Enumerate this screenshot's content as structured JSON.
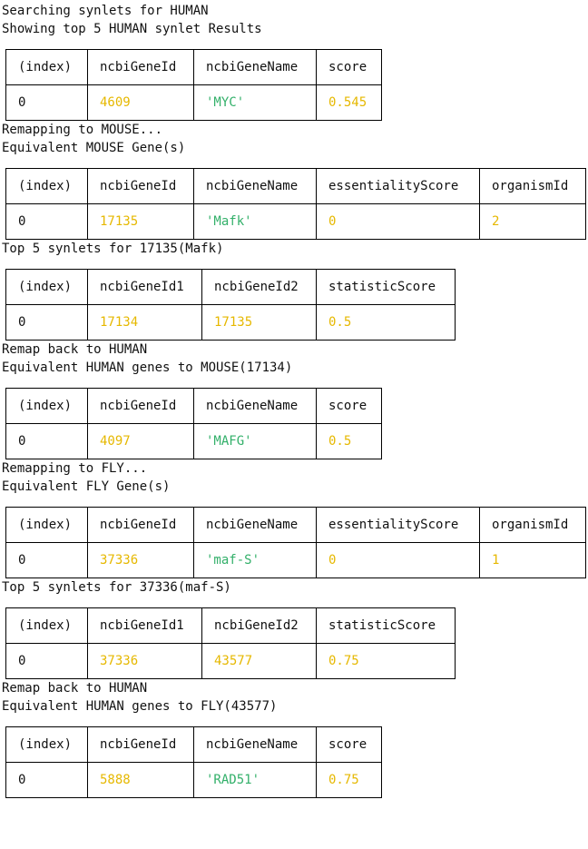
{
  "blocks": [
    {
      "type": "text",
      "text": "Searching synlets for HUMAN"
    },
    {
      "type": "text",
      "text": "Showing top 5 HUMAN synlet Results"
    },
    {
      "type": "table",
      "columns": [
        "(index)",
        "ncbiGeneId",
        "ncbiGeneName",
        "score"
      ],
      "widths": [
        90,
        117,
        135,
        72
      ],
      "rows": [
        [
          {
            "v": "0",
            "k": "idx"
          },
          {
            "v": "4609",
            "k": "num"
          },
          {
            "v": "'MYC'",
            "k": "str"
          },
          {
            "v": "0.545",
            "k": "num"
          }
        ]
      ]
    },
    {
      "type": "text",
      "text": "Remapping to MOUSE..."
    },
    {
      "type": "text",
      "text": "Equivalent MOUSE Gene(s)"
    },
    {
      "type": "table",
      "columns": [
        "(index)",
        "ncbiGeneId",
        "ncbiGeneName",
        "essentialityScore",
        "organismId"
      ],
      "widths": [
        90,
        117,
        135,
        180,
        117
      ],
      "rows": [
        [
          {
            "v": "0",
            "k": "idx"
          },
          {
            "v": "17135",
            "k": "num"
          },
          {
            "v": "'Mafk'",
            "k": "str"
          },
          {
            "v": "0",
            "k": "num"
          },
          {
            "v": "2",
            "k": "num"
          }
        ]
      ]
    },
    {
      "type": "text",
      "text": "Top 5 synlets for 17135(Mafk)"
    },
    {
      "type": "table",
      "columns": [
        "(index)",
        "ncbiGeneId1",
        "ncbiGeneId2",
        "statisticScore"
      ],
      "widths": [
        90,
        126,
        126,
        153
      ],
      "rows": [
        [
          {
            "v": "0",
            "k": "idx"
          },
          {
            "v": "17134",
            "k": "num"
          },
          {
            "v": "17135",
            "k": "num"
          },
          {
            "v": "0.5",
            "k": "num"
          }
        ]
      ]
    },
    {
      "type": "text",
      "text": "Remap back to HUMAN"
    },
    {
      "type": "text",
      "text": "Equivalent HUMAN genes to MOUSE(17134)"
    },
    {
      "type": "table",
      "columns": [
        "(index)",
        "ncbiGeneId",
        "ncbiGeneName",
        "score"
      ],
      "widths": [
        90,
        117,
        135,
        72
      ],
      "rows": [
        [
          {
            "v": "0",
            "k": "idx"
          },
          {
            "v": "4097",
            "k": "num"
          },
          {
            "v": "'MAFG'",
            "k": "str"
          },
          {
            "v": "0.5",
            "k": "num"
          }
        ]
      ]
    },
    {
      "type": "text",
      "text": "Remapping to FLY..."
    },
    {
      "type": "text",
      "text": "Equivalent FLY Gene(s)"
    },
    {
      "type": "table",
      "columns": [
        "(index)",
        "ncbiGeneId",
        "ncbiGeneName",
        "essentialityScore",
        "organismId"
      ],
      "widths": [
        90,
        117,
        135,
        180,
        117
      ],
      "rows": [
        [
          {
            "v": "0",
            "k": "idx"
          },
          {
            "v": "37336",
            "k": "num"
          },
          {
            "v": "'maf-S'",
            "k": "str"
          },
          {
            "v": "0",
            "k": "num"
          },
          {
            "v": "1",
            "k": "num"
          }
        ]
      ]
    },
    {
      "type": "text",
      "text": "Top 5 synlets for 37336(maf-S)"
    },
    {
      "type": "table",
      "columns": [
        "(index)",
        "ncbiGeneId1",
        "ncbiGeneId2",
        "statisticScore"
      ],
      "widths": [
        90,
        126,
        126,
        153
      ],
      "rows": [
        [
          {
            "v": "0",
            "k": "idx"
          },
          {
            "v": "37336",
            "k": "num"
          },
          {
            "v": "43577",
            "k": "num"
          },
          {
            "v": "0.75",
            "k": "num"
          }
        ]
      ]
    },
    {
      "type": "text",
      "text": "Remap back to HUMAN"
    },
    {
      "type": "text",
      "text": "Equivalent HUMAN genes to FLY(43577)"
    },
    {
      "type": "table",
      "columns": [
        "(index)",
        "ncbiGeneId",
        "ncbiGeneName",
        "score"
      ],
      "widths": [
        90,
        117,
        135,
        72
      ],
      "rows": [
        [
          {
            "v": "0",
            "k": "idx"
          },
          {
            "v": "5888",
            "k": "num"
          },
          {
            "v": "'RAD51'",
            "k": "str"
          },
          {
            "v": "0.75",
            "k": "num"
          }
        ]
      ]
    }
  ]
}
